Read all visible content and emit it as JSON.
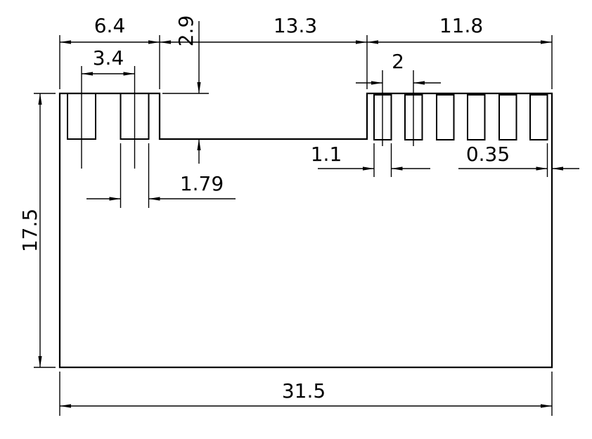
{
  "drawing": {
    "background_color": "#ffffff",
    "line_color": "#000000",
    "dimensions": {
      "top_left_width": "6.4",
      "notch_depth": "2.9",
      "notch_width": "13.3",
      "top_right_width": "11.8",
      "left_slot_pitch": "3.4",
      "right_slot_pitch": "2",
      "right_slot_width": "1.1",
      "right_edge_offset": "0.35",
      "left_slot_width": "1.79",
      "overall_height": "17.5",
      "overall_width": "31.5"
    }
  }
}
